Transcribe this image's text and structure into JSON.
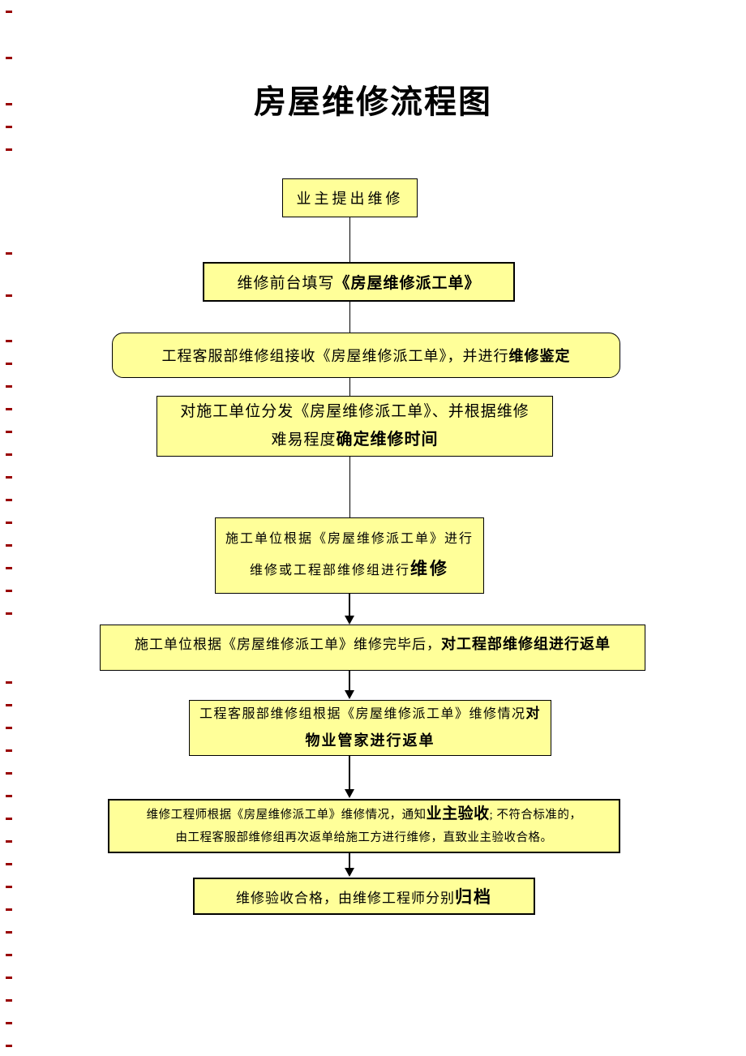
{
  "title": "房屋维修流程图",
  "colors": {
    "box_fill": "#ffff99",
    "box_border": "#000000",
    "text": "#000000",
    "connector": "#000000",
    "revision_mark": "#990000"
  },
  "steps": {
    "s1": {
      "t1": "业主提出维修"
    },
    "s2": {
      "t1": "维修前台填写",
      "t2": "《房屋维修派工单》"
    },
    "s3": {
      "t1": "工程客服部维修组接收《房屋维修派工单》，并进行",
      "t2": "维修鉴定"
    },
    "s4": {
      "l1": "对施工单位分发《房屋维修派工单》、并根据维修",
      "l2a": "难易程度",
      "l2b": "确定维修时间"
    },
    "s5": {
      "l1": "施工单位根据《房屋维修派工单》进行",
      "l2a": "维修或工程部维修组进行",
      "l2b": "维修"
    },
    "s6": {
      "t1": "施工单位根据《房屋维修派工单》维修完毕后，",
      "t2": "对工程部维修组进行返单"
    },
    "s7": {
      "l1a": "工程客服部维修组根据《房屋维修派工单》维修情况",
      "l1b": "对",
      "l2": "物业管家进行返单"
    },
    "s8": {
      "l1a": "维修工程师根据《房屋维修派工单》维修情况，通知",
      "l1b": "业主验收",
      "l1c": "; 不符合标准的，",
      "l2": "由工程客服部维修组再次返单给施工方进行维修，直致业主验收合格。"
    },
    "s9": {
      "t1": "维修验收合格，由维修工程师分别",
      "t2": "归档"
    }
  },
  "revision_marks": {
    "color": "#990000",
    "y_positions": [
      13,
      70,
      127,
      155,
      183,
      311,
      363,
      419,
      447,
      475,
      503,
      531,
      559,
      587,
      615,
      643,
      671,
      699,
      727,
      755,
      840,
      868,
      896,
      924,
      952,
      980,
      1008,
      1036,
      1064,
      1092,
      1120,
      1148,
      1176,
      1204,
      1232,
      1260,
      1288
    ]
  }
}
